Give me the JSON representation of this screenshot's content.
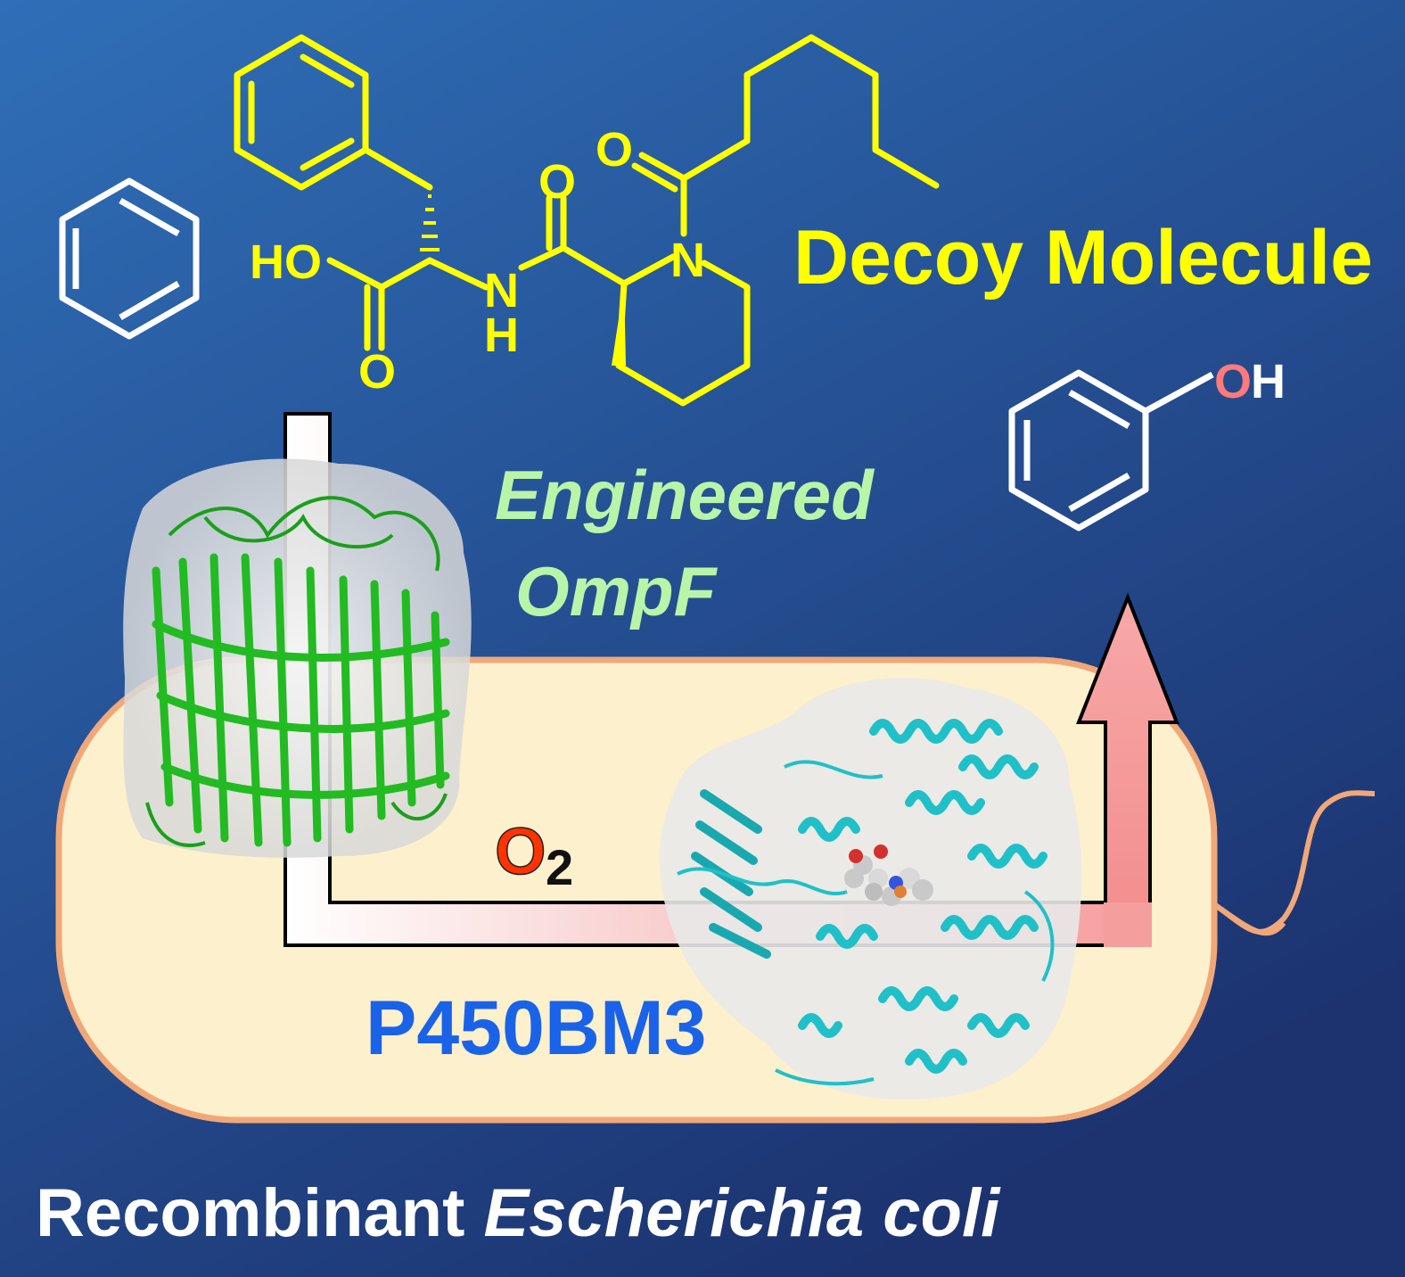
{
  "labels": {
    "decoy": "Decoy Molecule",
    "ompf_line1": "Engineered",
    "ompf_line2": "OmpF",
    "oxygen_symbol": "O",
    "oxygen_subscript": "2",
    "enzyme": "P450BM3",
    "title_plain": "Recombinant ",
    "title_italic": "Escherichia coli"
  },
  "atoms": {
    "hydroxyl_acid": "HO",
    "carbonyl_acid": "O",
    "amide_n": "N",
    "amide_h": "H",
    "amide_o": "O",
    "ring_n": "N",
    "acyl_o": "O",
    "phenol_o": "O",
    "phenol_h": "H"
  },
  "colors": {
    "background_top": "#2f6fb8",
    "background_bottom": "#1c3370",
    "decoy_yellow": "#ffff00",
    "ompf_text": "#b8f5a8",
    "enzyme_text": "#1a63e8",
    "oxygen_red": "#ff3300",
    "cell_fill": "#fdf0cc",
    "cell_border": "#f0a878",
    "ompf_protein": "#22bb22",
    "p450_protein": "#20c0c8",
    "arrow_pink": "#f59e9e"
  },
  "icons": [
    "benzene-structure",
    "decoy-molecule-structure",
    "phenol-structure",
    "ompf-porin-illustration",
    "p450bm3-enzyme-illustration",
    "product-arrow",
    "flagellum"
  ]
}
